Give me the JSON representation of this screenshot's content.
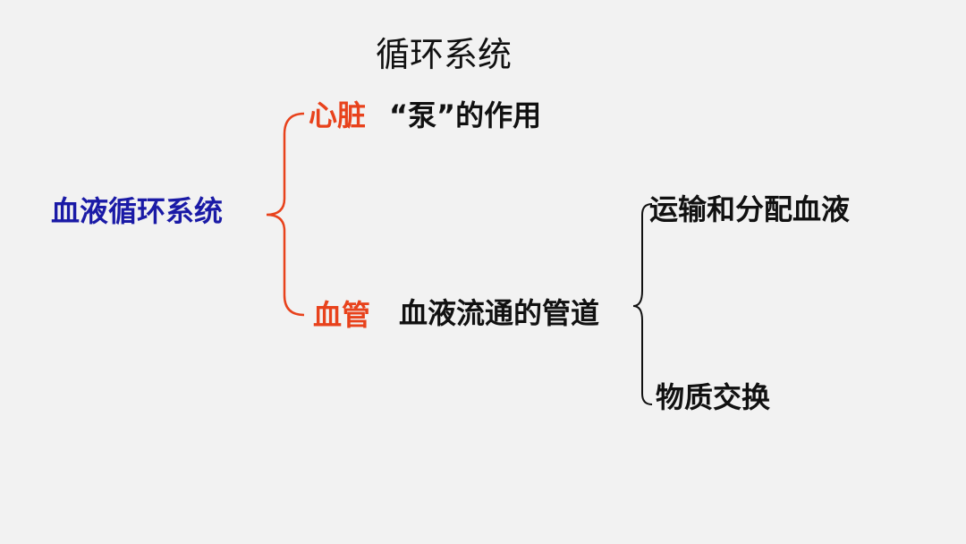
{
  "title": "循环系统",
  "root": {
    "label": "血液循环系统"
  },
  "branches": [
    {
      "label": "心脏",
      "description": "“泵”的作用"
    },
    {
      "label": "血管",
      "description": "血液流通的管道",
      "functions": [
        "运输和分配血液",
        "物质交换"
      ]
    }
  ],
  "colors": {
    "root": "#1a1aa6",
    "branch": "#e8421c",
    "text": "#111111",
    "brace_red": "#e8421c",
    "brace_black": "#111111",
    "background": "#f2f2f2"
  }
}
